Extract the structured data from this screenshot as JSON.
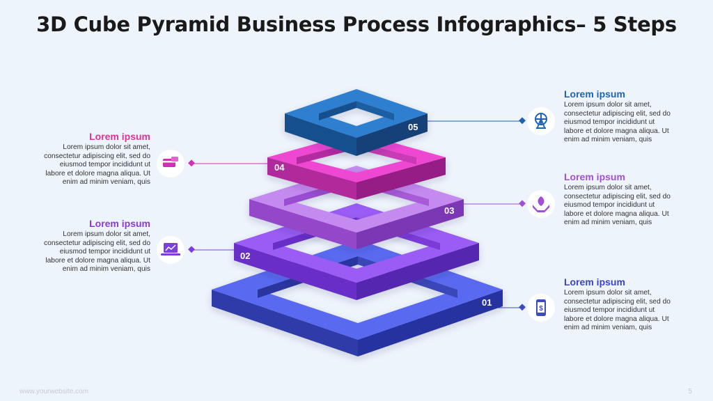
{
  "title": "3D Cube Pyramid Business Process Infographics– 5 Steps",
  "footer": {
    "website": "www.yourwebsite.com",
    "page_number": "5"
  },
  "colors": {
    "step1": "#3c4bc4",
    "step2": "#7b3fe0",
    "step3": "#a24fd6",
    "step4": "#d02fb8",
    "step5": "#1e63b0",
    "heading_pink": "#e0309a",
    "heading_purple": "#8a3ad8",
    "heading_blue": "#1e63b0",
    "heading_indigo": "#3a44c8"
  },
  "steps": [
    {
      "number": "01",
      "heading": "Lorem ipsum",
      "body": "Lorem ipsum dolor sit amet, consectetur adipiscing elit, sed do eiusmod tempor incididunt ut labore et dolore magna aliqua. Ut enim ad minim veniam, quis",
      "icon": "mobile-dollar-icon"
    },
    {
      "number": "02",
      "heading": "Lorem ipsum",
      "body": "Lorem ipsum dolor sit amet, consectetur adipiscing elit, sed do eiusmod tempor incididunt ut labore et dolore magna aliqua. Ut enim ad minim veniam, quis",
      "icon": "laptop-chart-icon"
    },
    {
      "number": "03",
      "heading": "Lorem ipsum",
      "body": "Lorem ipsum dolor sit amet, consectetur adipiscing elit, sed do eiusmod tempor incididunt ut labore et dolore magna aliqua. Ut enim ad minim veniam, quis",
      "icon": "hands-plant-icon"
    },
    {
      "number": "04",
      "heading": "Lorem ipsum",
      "body": "Lorem ipsum dolor sit amet, consectetur adipiscing elit, sed do eiusmod tempor incididunt ut labore et dolore magna aliqua. Ut enim ad minim veniam, quis",
      "icon": "credit-card-icon"
    },
    {
      "number": "05",
      "heading": "Lorem ipsum",
      "body": "Lorem ipsum dolor sit amet, consectetur adipiscing elit, sed do eiusmod tempor incididunt ut labore et dolore magna aliqua. Ut enim ad minim veniam, quis",
      "icon": "ferris-wheel-icon"
    }
  ]
}
